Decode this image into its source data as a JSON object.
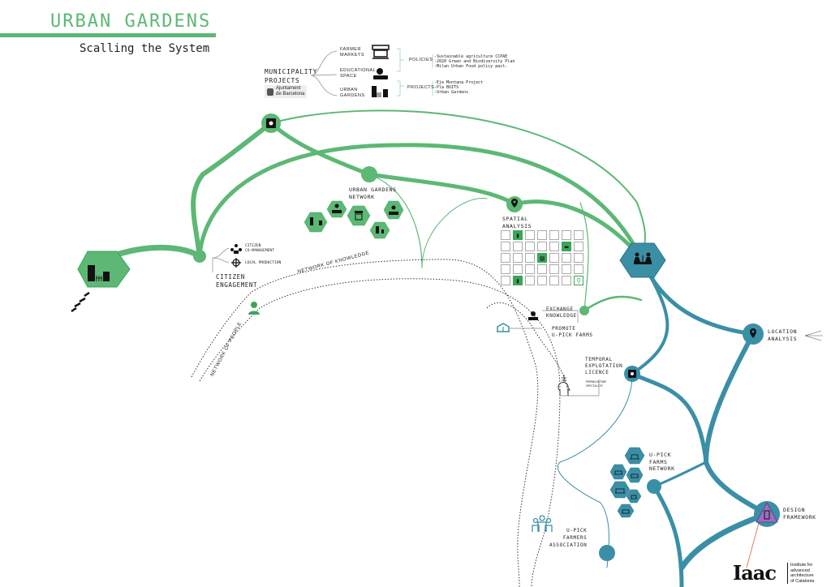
{
  "header": {
    "title": "URBAN GARDENS",
    "subtitle": "Scalling the System"
  },
  "municipality": {
    "label": "MUNICIPALITY\nPROJECTS",
    "logo_text": "Ajuntament\nde Barcelona",
    "branches": [
      {
        "label": "FARMER\nMARKETS",
        "icon": "market-stall-icon"
      },
      {
        "label": "EDUCATIONAL\nSPACE",
        "icon": "book-apple-icon"
      },
      {
        "label": "URBAN\nGARDENS",
        "icon": "urban-garden-icon"
      }
    ],
    "policies_label": "POLICIES",
    "policies": "-Sustainable agriculture CCPAE\n-2020 Green and Biodiversity Plan\n-Milan Urban Food policy pact.",
    "projects_label": "PROJECTS",
    "projects": "-Eje Montana Project\n-Pla BUITS\n-Urban Gardens"
  },
  "citizen": {
    "label": "CITIZEN\nENGAGEMENT",
    "items": [
      "CITIZEN\nCO-MANAGEMENT",
      "LOCAL PRODUCTION"
    ]
  },
  "networks": {
    "knowledge": "NETWORK OF KNOWLEDGE",
    "people": "NETWORK OF PEOPLE",
    "urban_gardens": "URBAN GARDENS\nNETWORK",
    "upick_farms": "U-PICK\nFARMS\nNETWORK"
  },
  "spatial": {
    "label": "SPATIAL\nANALYSIS",
    "grid": [
      [
        "",
        "garden",
        "",
        "",
        "",
        "",
        ""
      ],
      [
        "",
        "",
        "",
        "",
        "",
        "book",
        ""
      ],
      [
        "",
        "",
        "",
        "market",
        "",
        "",
        ""
      ],
      [
        "",
        "",
        "",
        "",
        "",
        "",
        ""
      ],
      [
        "",
        "garden",
        "",
        "",
        "",
        "",
        "pin"
      ]
    ]
  },
  "exchange": {
    "label": "EXCHANGE\nKNOWLEDGE",
    "promote": "PROMOTE\nU-PICK FARMS"
  },
  "temporal": {
    "label": "TEMPORAL\nEXPLOTATION\nLICENCE",
    "sub": "PERMACULTURE\nSPECIALIST"
  },
  "location": {
    "label": "LOCATION\nANALYSIS"
  },
  "design": {
    "label": "DESIGN\nFRAMEWORK"
  },
  "association": {
    "label": "U-PICK\nFARMERS\nASSOCIATION"
  },
  "footer": {
    "logo": "Iaac",
    "logo_text": "Institute for\nadvanced\narchitecture\nof Catalonia"
  },
  "colors": {
    "green": "#5cb874",
    "dark_green": "#3aa65a",
    "teal": "#3a8fa6",
    "purple": "#9a70c0",
    "orange": "#d9825b"
  }
}
